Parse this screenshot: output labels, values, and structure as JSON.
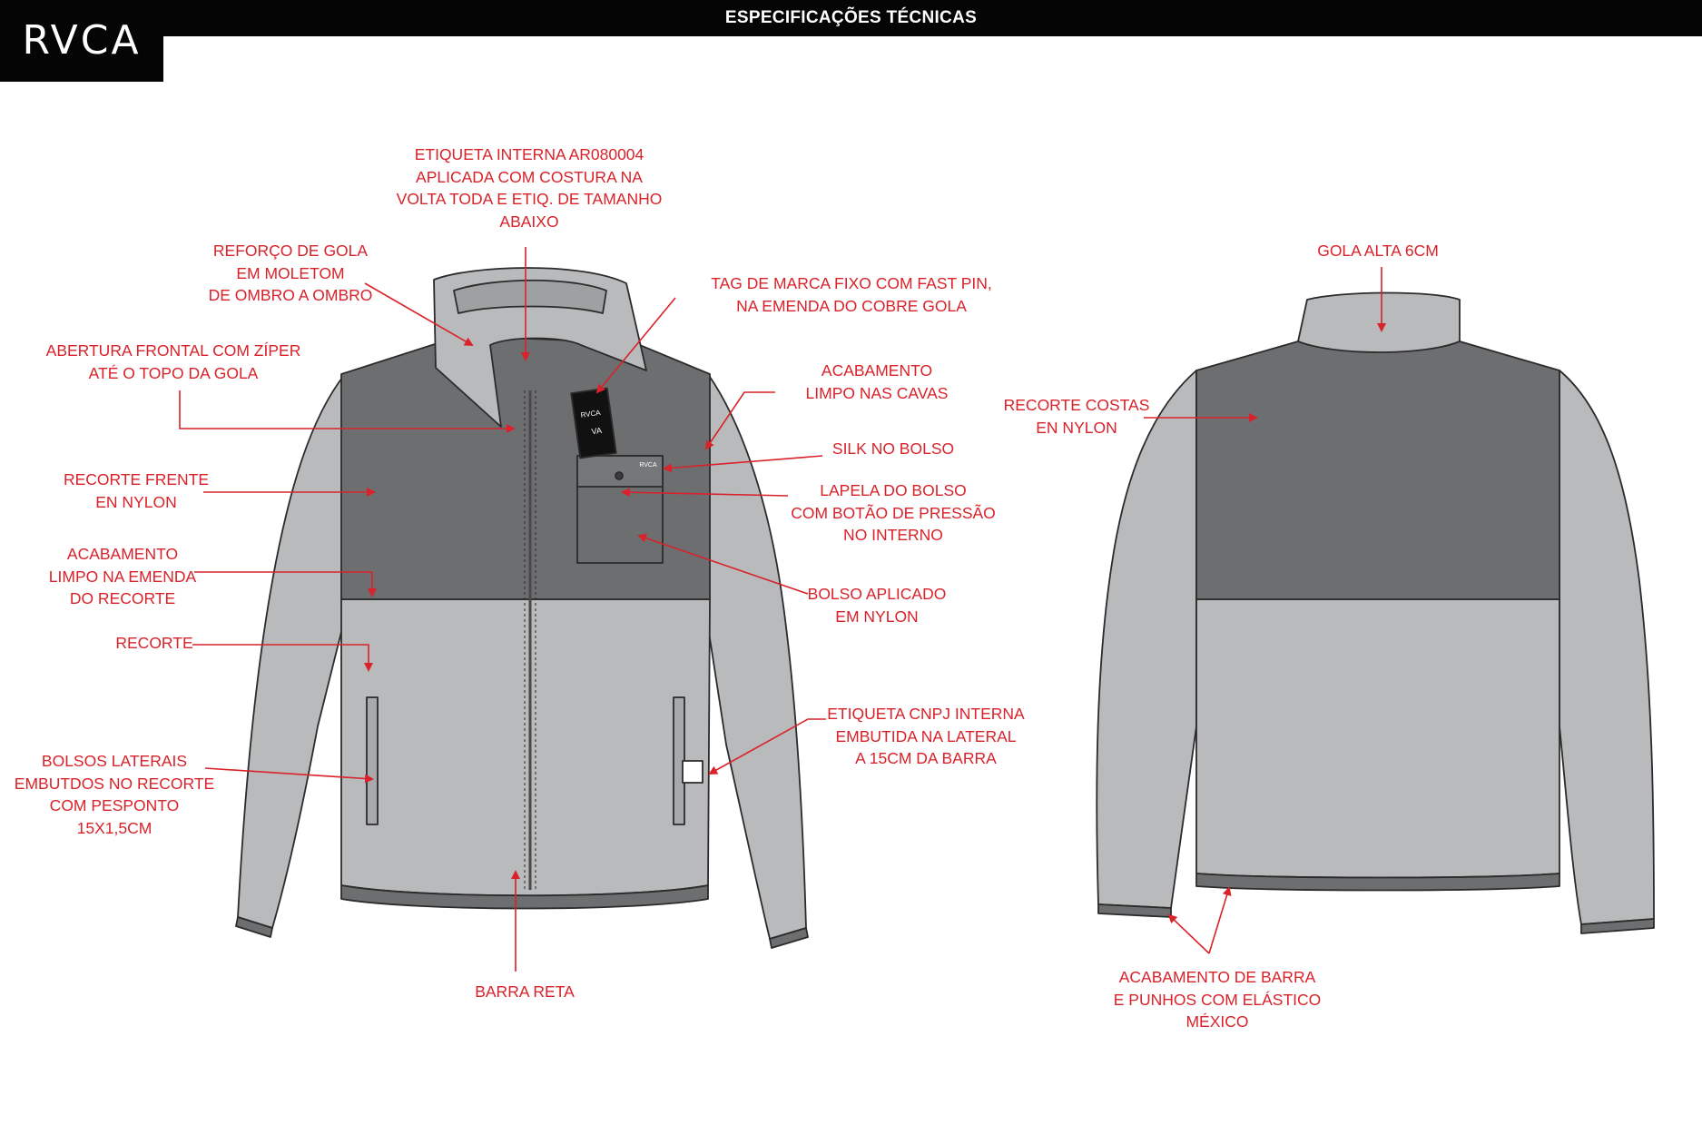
{
  "header": {
    "title": "ESPECIFICAÇÕES TÉCNICAS",
    "logo_text": "RVCA"
  },
  "colors": {
    "annotation": "#d9222a",
    "body_light": "#b9babb",
    "body_dark": "#6d6e70",
    "outline": "#2b2b2b",
    "header": "#050505"
  },
  "icons": [
    "brand-logo",
    "hang-tag",
    "snap-button",
    "zipper",
    "arrow"
  ],
  "annotations": {
    "etiqueta_interna": [
      "ETIQUETA INTERNA AR080004",
      "APLICADA COM COSTURA NA",
      "VOLTA TODA E ETIQ. DE TAMANHO",
      "ABAIXO"
    ],
    "reforco_gola": [
      "REFORÇO DE GOLA",
      "EM MOLETOM",
      "DE OMBRO A OMBRO"
    ],
    "tag_marca": [
      "TAG DE MARCA FIXO COM FAST PIN,",
      "NA EMENDA DO COBRE GOLA"
    ],
    "abertura_frontal": [
      "ABERTURA  FRONTAL COM ZÍPER",
      "ATÉ O TOPO DA GOLA"
    ],
    "acabamento_cavas": [
      "ACABAMENTO",
      "LIMPO NAS CAVAS"
    ],
    "silk_bolso": [
      "SILK NO BOLSO"
    ],
    "recorte_frente": [
      "RECORTE FRENTE",
      "EN  NYLON"
    ],
    "lapela_bolso": [
      "LAPELA DO BOLSO",
      "COM BOTÃO DE PRESSÃO",
      "NO INTERNO"
    ],
    "acabamento_emenda": [
      "ACABAMENTO",
      "LIMPO NA EMENDA",
      "DO RECORTE"
    ],
    "bolso_aplicado": [
      "BOLSO APLICADO",
      "EM NYLON"
    ],
    "recorte": [
      "RECORTE"
    ],
    "etiqueta_cnpj": [
      "ETIQUETA CNPJ INTERNA",
      "EMBUTIDA NA LATERAL",
      "A 15CM DA BARRA"
    ],
    "bolsos_laterais": [
      "BOLSOS LATERAIS",
      "EMBUTDOS NO RECORTE",
      "COM  PESPONTO",
      "15X1,5CM"
    ],
    "barra_reta": [
      "BARRA RETA"
    ],
    "gola_alta": [
      "GOLA ALTA 6CM"
    ],
    "recorte_costas": [
      "RECORTE COSTAS",
      "EN  NYLON"
    ],
    "acabamento_barra": [
      "ACABAMENTO DE BARRA",
      "E PUNHOS COM ELÁSTICO",
      "MÉXICO"
    ]
  },
  "tag_text": {
    "brand": "RVCA",
    "mark": "VA"
  },
  "pocket_silk_text": "RVCA"
}
